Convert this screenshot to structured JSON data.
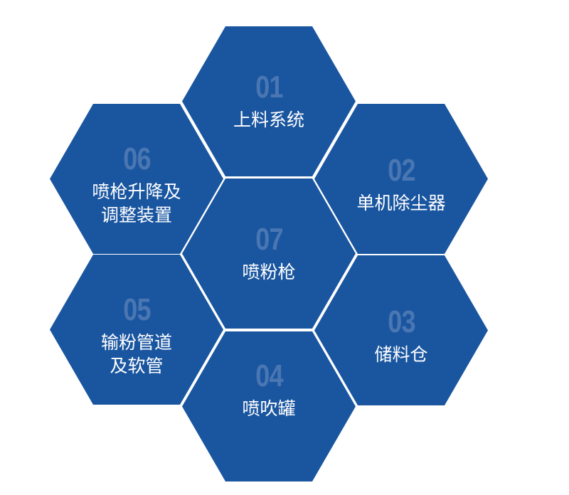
{
  "diagram": {
    "type": "hexagon-cluster",
    "colors": {
      "hex_fill": "#1a56a0",
      "number": "#4a76b2",
      "label": "#ffffff",
      "background": "#ffffff"
    },
    "hexagons": [
      {
        "number": "01",
        "label_lines": [
          "上料系统"
        ],
        "position": "top"
      },
      {
        "number": "02",
        "label_lines": [
          "单机除尘器"
        ],
        "position": "upper-right"
      },
      {
        "number": "03",
        "label_lines": [
          "储料仓"
        ],
        "position": "lower-right"
      },
      {
        "number": "04",
        "label_lines": [
          "喷吹罐"
        ],
        "position": "bottom"
      },
      {
        "number": "05",
        "label_lines": [
          "输粉管道",
          "及软管"
        ],
        "position": "lower-left"
      },
      {
        "number": "06",
        "label_lines": [
          "喷枪升降及",
          "调整装置"
        ],
        "position": "upper-left"
      },
      {
        "number": "07",
        "label_lines": [
          "喷粉枪"
        ],
        "position": "center"
      }
    ]
  }
}
